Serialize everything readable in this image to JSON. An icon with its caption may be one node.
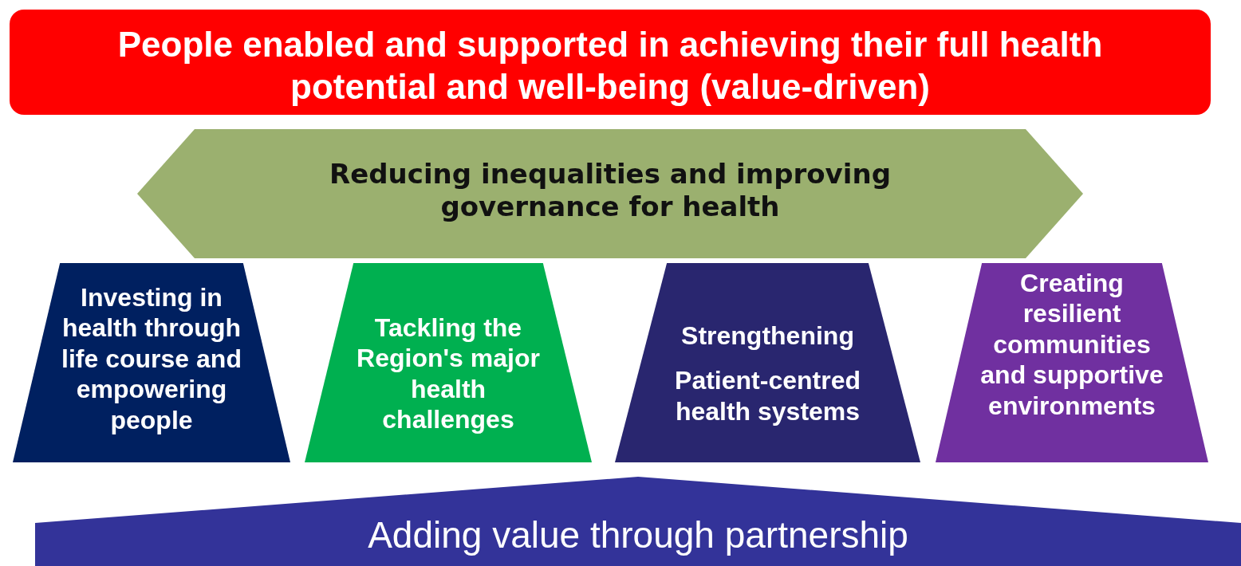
{
  "diagram": {
    "nodes": [
      {
        "text": [
          "People enabled and supported in achieving their full health potential and well-being (value-driven)"
        ]
      },
      {
        "text": [
          "Reducing inequalities and improving governance for health"
        ]
      },
      {
        "text": [
          "Investing in health through life course and empowering people"
        ]
      },
      {
        "text": [
          "Tackling the Region's major health challenges"
        ]
      },
      {
        "text": [
          "Strengthening",
          "Patient-centred health systems"
        ]
      },
      {
        "text": [
          "Creating resilient communities and supportive environments"
        ]
      },
      {
        "text": [
          "Adding value through partnership"
        ]
      }
    ]
  }
}
